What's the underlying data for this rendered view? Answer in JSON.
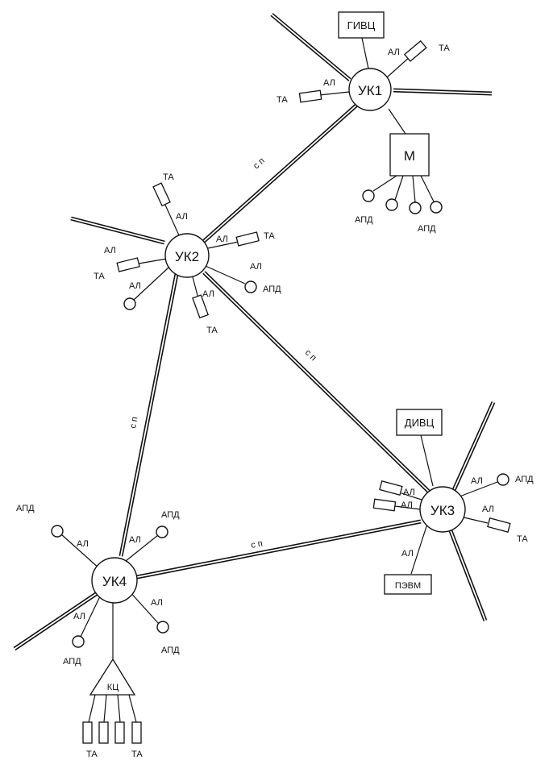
{
  "nodes": {
    "uk1": "УК1",
    "uk2": "УК2",
    "uk3": "УК3",
    "uk4": "УК4"
  },
  "devices": {
    "givc": "ГИВЦ",
    "divc": "ДИВЦ",
    "pevm": "ПЭВМ",
    "m": "М",
    "kc": "КЦ"
  },
  "labels": {
    "al": "АЛ",
    "ta": "ТА",
    "apd": "АПД",
    "sp": "с п"
  }
}
